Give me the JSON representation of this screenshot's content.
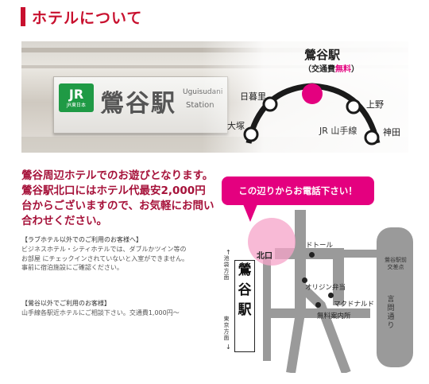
{
  "header": {
    "title": "ホテルについて"
  },
  "banner": {
    "sign": {
      "jr_logo": "JR",
      "jr_logo_sub": "JR東日本",
      "kanji": "鶯谷駅",
      "roman_1": "Uguisudani",
      "roman_2": "Station"
    },
    "line_map": {
      "main_station": "鶯谷駅",
      "main_station_note_prefix": "（交通費",
      "main_station_note_free": "無料",
      "main_station_note_suffix": "）",
      "line_label": "JR 山手線",
      "stations": [
        "日暮里",
        "大塚",
        "上野",
        "神田"
      ],
      "colors": {
        "accent": "#e4007f",
        "line": "#1a1a1a"
      }
    }
  },
  "intro_text": "鶯谷周辺ホテルでのお遊びとなります。鶯谷駅北口にはホテル代最安2,000円台からございますので、お気軽にお問い合わせください。",
  "notes": [
    {
      "heading": "【ラブホテル以外でのご利用のお客様へ】",
      "body": [
        "ビジネスホテル・シティホテルでは、ダブルかツイン等の",
        "お部屋 にチェックインされていないと入室ができません。",
        "事前に宿泊施設にご確認ください。"
      ]
    },
    {
      "heading": "【鶯谷以外でご利用のお客様】",
      "body": [
        "山手線各駅近ホテルにご相談下さい。交通費1,000円〜"
      ]
    }
  ],
  "map": {
    "callout": "この辺りからお電話下さい！",
    "station_chars": [
      "鶯",
      "谷",
      "駅"
    ],
    "exit_label": "北口",
    "dir_top": "池袋方面",
    "dir_bottom": "東京方面",
    "landmarks": [
      "ドトール",
      "オリジン弁当",
      "マクドナルド",
      "無料案内所"
    ],
    "crossing": [
      "鶯谷駅前",
      "交差点"
    ],
    "street": "言問通り"
  }
}
